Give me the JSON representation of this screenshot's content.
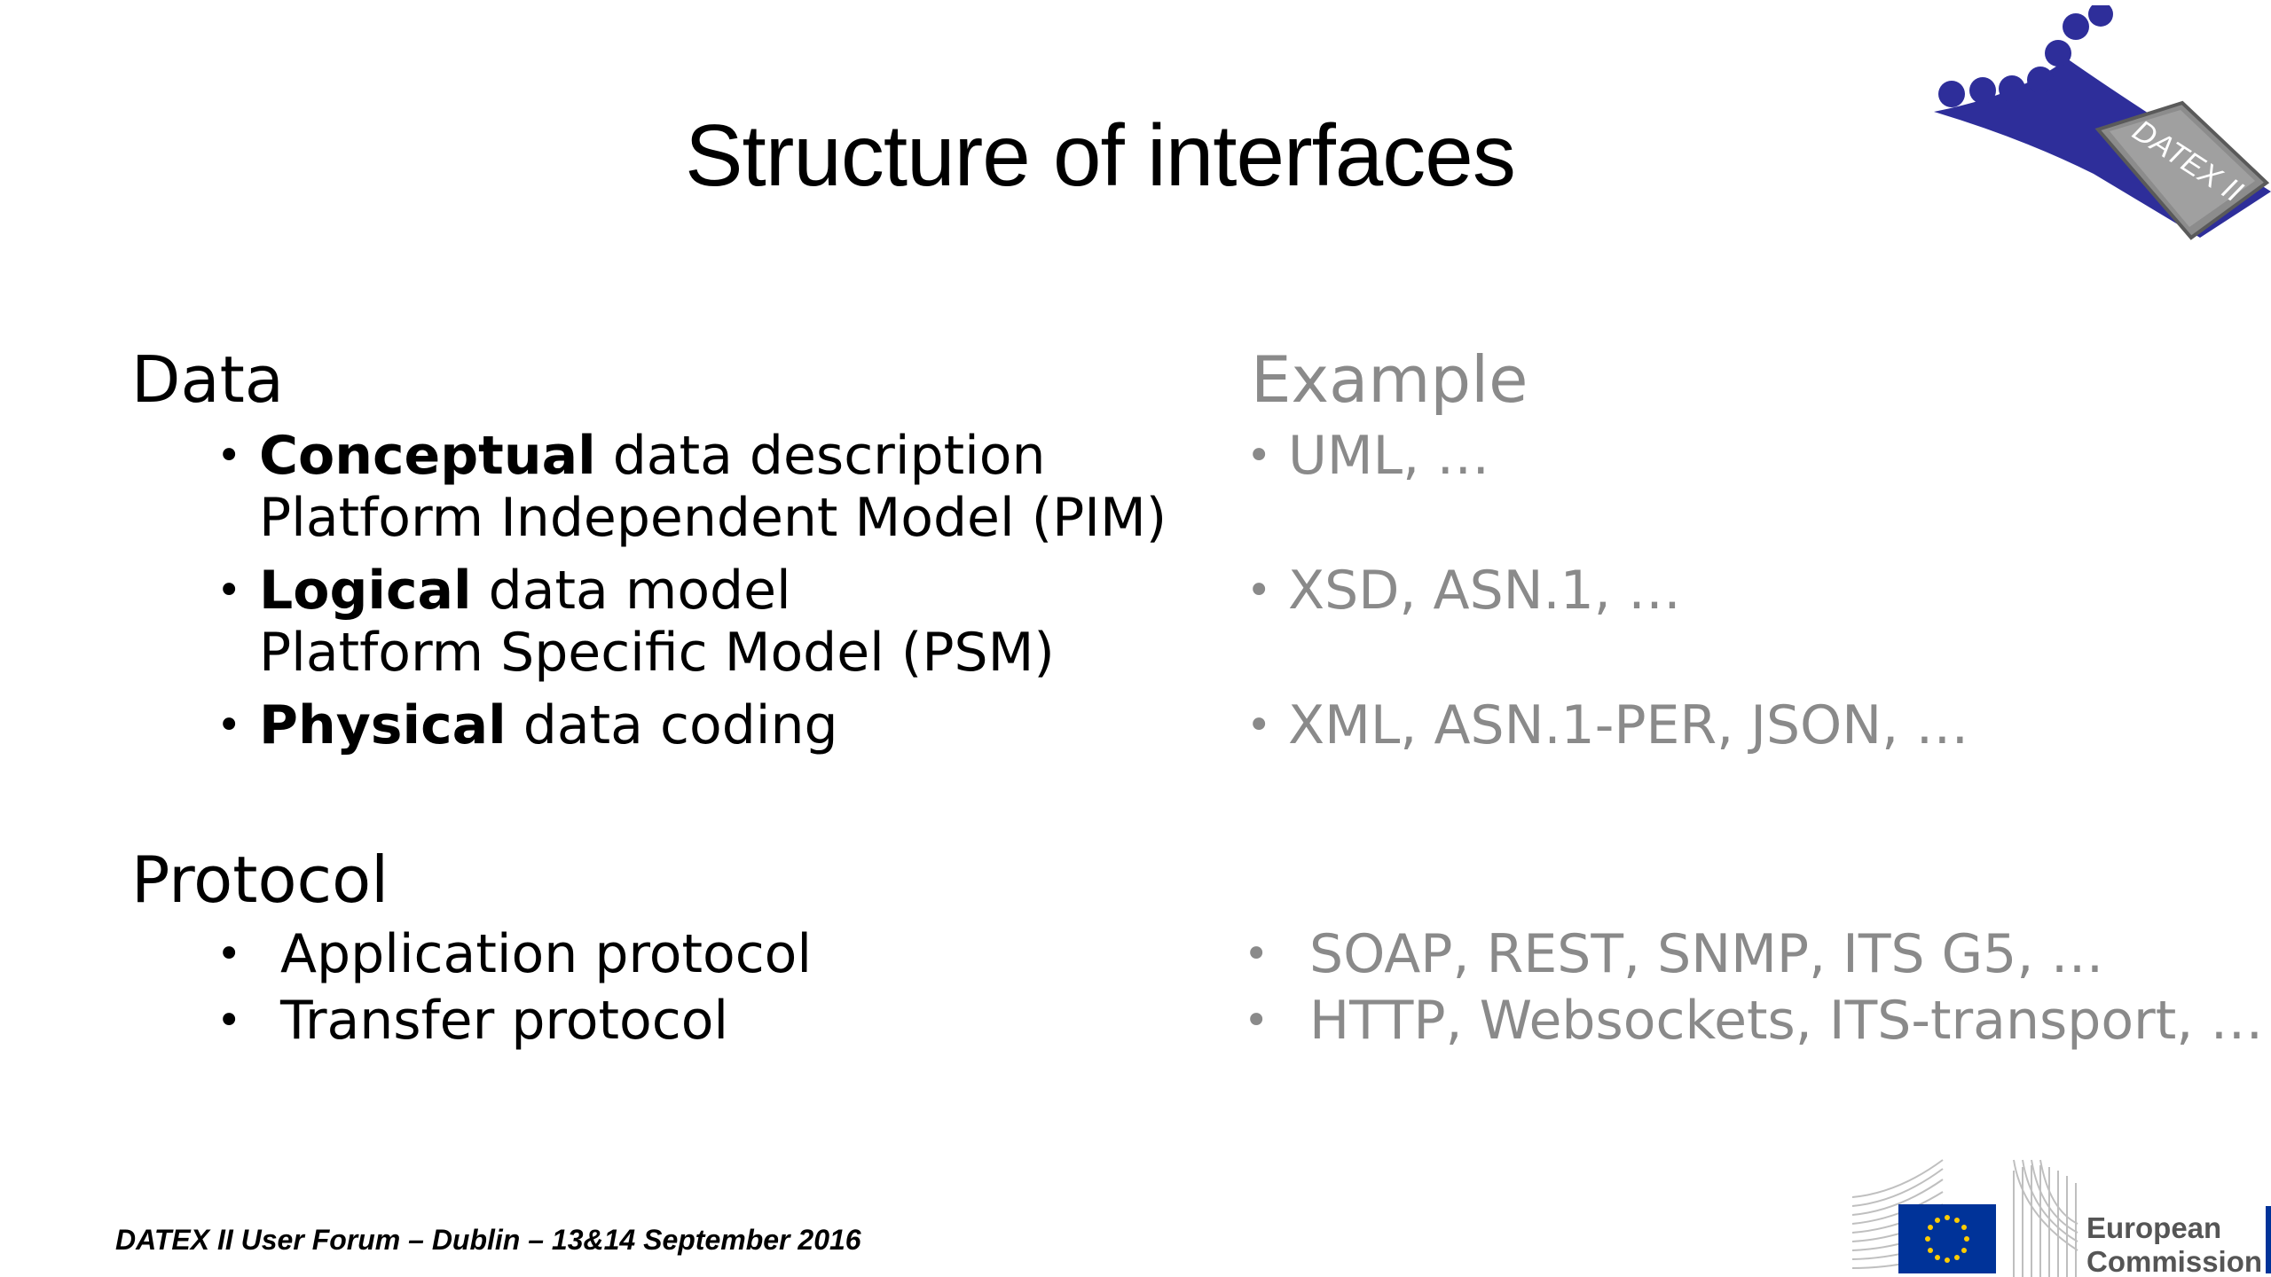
{
  "slide": {
    "title": "Structure of interfaces"
  },
  "data_section": {
    "heading": "Data",
    "items": [
      {
        "bold": "Conceptual",
        "rest": " data description",
        "line2": "Platform Independent Model (PIM)"
      },
      {
        "bold": "Logical",
        "rest": " data model",
        "line2": "Platform Specific Model (PSM)"
      },
      {
        "bold": "Physical",
        "rest": " data coding"
      }
    ]
  },
  "example_section": {
    "heading": "Example",
    "items": [
      "UML, …",
      "XSD, ASN.1, …",
      "XML, ASN.1-PER, JSON, …"
    ]
  },
  "protocol_section": {
    "heading": "Protocol",
    "items": [
      "Application protocol",
      "Transfer protocol"
    ],
    "examples": [
      "SOAP, REST, SNMP, ITS G5, …",
      "HTTP, Websockets, ITS-transport, …"
    ]
  },
  "bullet_char": "•",
  "footer": {
    "text": "DATEX II User Forum – Dublin – 13&14 September 2016"
  },
  "logos": {
    "datex_label": "DATEX II",
    "ec_line1": "European",
    "ec_line2": "Commission"
  },
  "colors": {
    "text": "#000000",
    "muted": "#8a8a8a",
    "datex_blue": "#2e2e9a",
    "eu_blue": "#003399",
    "eu_star": "#ffcc00"
  }
}
